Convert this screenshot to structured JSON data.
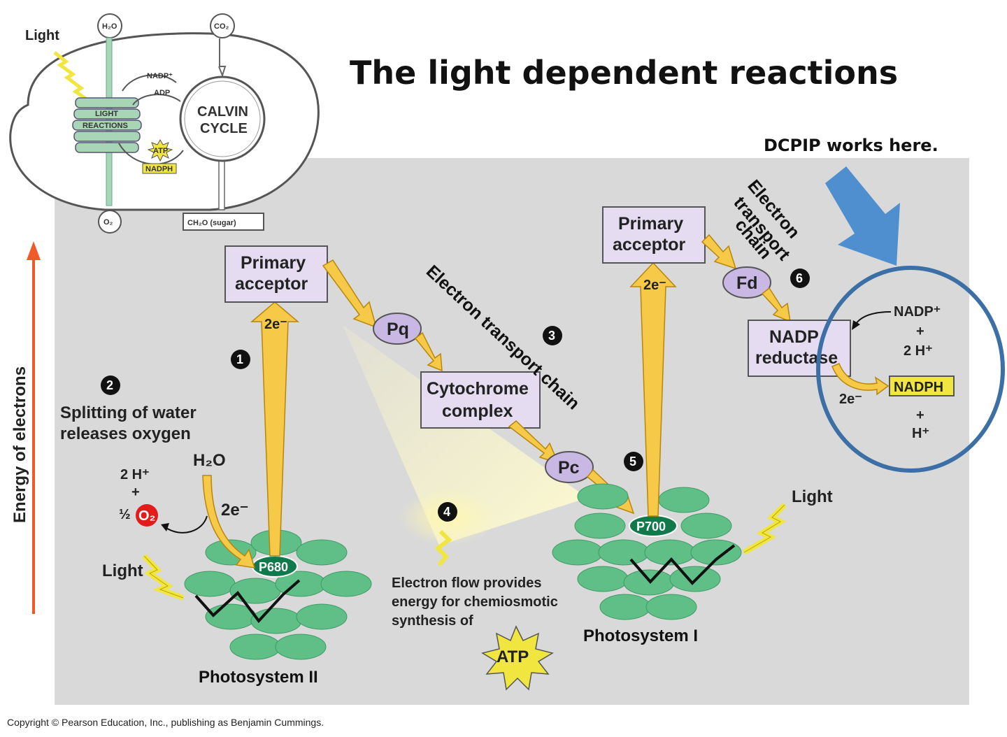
{
  "title": "The light dependent reactions",
  "note": "DCPIP works here.",
  "inset": {
    "light": "Light",
    "h2o": "H₂O",
    "co2": "CO₂",
    "o2": "O₂",
    "sugar": "CH₂O (sugar)",
    "light_reactions_line1": "LIGHT",
    "light_reactions_line2": "REACTIONS",
    "calvin_line1": "CALVIN",
    "calvin_line2": "CYCLE",
    "nadp": "NADP⁺",
    "adp": "ADP",
    "atp": "ATP",
    "nadph": "NADPH"
  },
  "axis_label": "Energy of electrons",
  "boxes": {
    "primary_acceptor_1_line1": "Primary",
    "primary_acceptor_1_line2": "acceptor",
    "primary_acceptor_2_line1": "Primary",
    "primary_acceptor_2_line2": "acceptor",
    "cytochrome_line1": "Cytochrome",
    "cytochrome_line2": "complex",
    "nadp_reductase_line1": "NADP",
    "nadp_reductase_line2": "reductase"
  },
  "carriers": {
    "pq": "Pq",
    "pc": "Pc",
    "fd": "Fd"
  },
  "pigments": {
    "p680": "P680",
    "p700": "P700"
  },
  "electrons": {
    "e1": "2e⁻",
    "e2": "2e⁻",
    "e3": "2e⁻",
    "e4": "2e⁻"
  },
  "steps": [
    "1",
    "2",
    "3",
    "4",
    "5",
    "6"
  ],
  "labels": {
    "splitting_line1": "Splitting of water",
    "splitting_line2": "releases oxygen",
    "two_h": "2 H⁺",
    "plus": "+",
    "half": "½",
    "o2": "O₂",
    "h2o": "H₂O",
    "light_left": "Light",
    "light_right": "Light",
    "etc_middle": "Electron transport chain",
    "etc_right_line1": "Electron",
    "etc_right_line2": "transport",
    "etc_right_line3": "chain",
    "flow_line1": "Electron flow provides",
    "flow_line2": "energy for chemiosmotic",
    "flow_line3": "synthesis of",
    "atp": "ATP",
    "ps2": "Photosystem II",
    "ps1": "Photosystem I",
    "nadp_plus": "NADP⁺",
    "plus1": "+",
    "two_h_right": "2 H⁺",
    "nadph": "NADPH",
    "plus2": "+",
    "h_plus": "H⁺"
  },
  "copyright": "Copyright © Pearson Education, Inc., publishing as Benjamin Cummings.",
  "colors": {
    "panel": "#d9d9d9",
    "box_fill": "#e6dcf2",
    "oval_fill": "#c9b8e3",
    "arrow_yellow": "#f7c948",
    "disc_green": "#5fbf86",
    "pigment_green": "#117a4c",
    "circle_blue": "#3b6fa6",
    "big_arrow_blue": "#4f8fcf",
    "energy_arrow": "#f05a28"
  }
}
